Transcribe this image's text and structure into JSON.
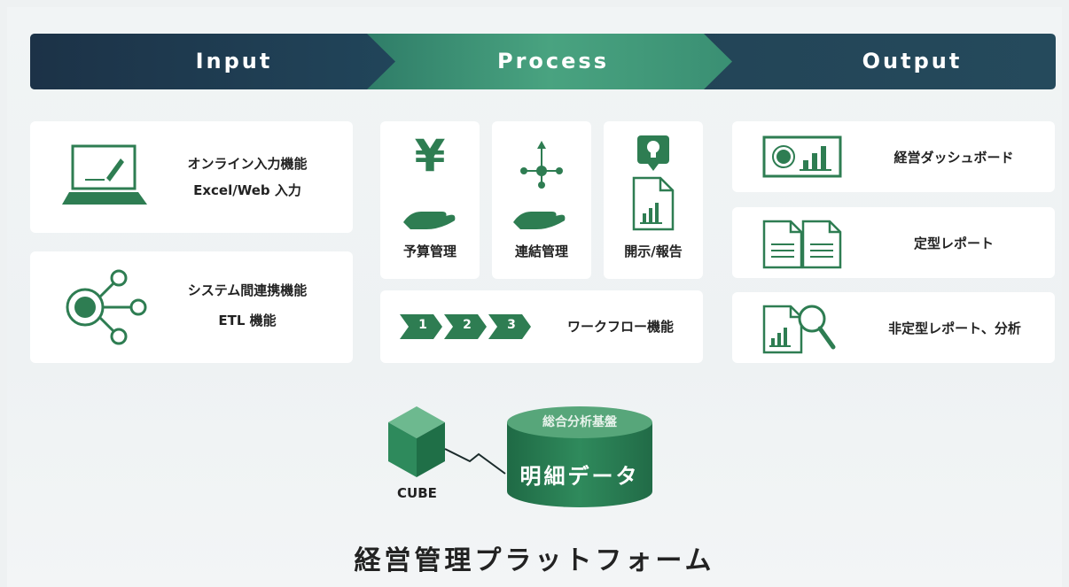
{
  "header": {
    "input_label": "Input",
    "process_label": "Process",
    "output_label": "Output"
  },
  "input": {
    "online": {
      "line1": "オンライン入力機能",
      "line2": "Excel/Web 入力",
      "icon": "laptop-pen-icon"
    },
    "system": {
      "line1": "システム間連携機能",
      "line2": "ETL 機能",
      "icon": "network-hub-icon"
    }
  },
  "process": {
    "budget": {
      "label": "予算管理",
      "icon": "yen-hand-icon"
    },
    "consolidation": {
      "label": "連結管理",
      "icon": "network-hand-icon"
    },
    "disclosure": {
      "label": "開示/報告",
      "icon": "lightbulb-report-icon"
    },
    "workflow": {
      "label": "ワークフロー機能",
      "steps": [
        "1",
        "2",
        "3"
      ]
    }
  },
  "output": {
    "dashboard": {
      "label": "経営ダッシュボード",
      "icon": "dashboard-icon"
    },
    "standard_report": {
      "label": "定型レポート",
      "icon": "documents-icon"
    },
    "adhoc": {
      "label": "非定型レポート、分析",
      "icon": "chart-magnifier-icon"
    }
  },
  "base": {
    "cube_label": "CUBE",
    "cylinder_top": "総合分析基盤",
    "cylinder_main": "明細データ"
  },
  "platform_title": "経営管理プラットフォーム",
  "colors": {
    "dark": "#1e3a4e",
    "green": "#3f9a6f",
    "icon_green": "#2e7d52",
    "card": "#ffffff"
  }
}
